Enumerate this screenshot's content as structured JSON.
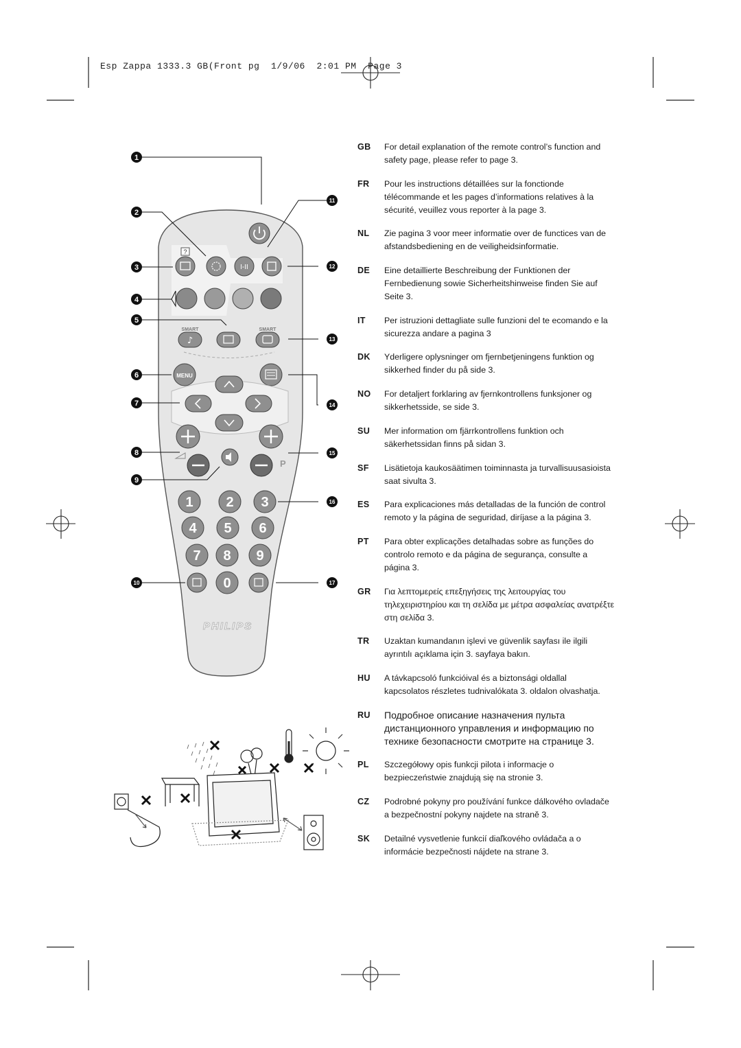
{
  "slug_line": "Esp Zappa 1333.3 GB(Front pg  1/9/06  2:01 PM  Page 3",
  "remote": {
    "brand": "PHILIPS",
    "smart_left": "SMART",
    "smart_right": "SMART",
    "menu_label": "MENU",
    "program_label": "P",
    "number_keys": [
      "1",
      "2",
      "3",
      "4",
      "5",
      "6",
      "7",
      "8",
      "9",
      "0"
    ],
    "callouts": [
      "1",
      "2",
      "3",
      "4",
      "5",
      "6",
      "7",
      "8",
      "9",
      "10",
      "11",
      "12",
      "13",
      "14",
      "15",
      "16",
      "17"
    ],
    "colors": {
      "body": "#e4e4e4",
      "button": "#8f8f8f",
      "button_dark": "#6a6a6a",
      "callout": "#111111"
    }
  },
  "languages": [
    {
      "code": "GB",
      "text": "For detail explanation of the remote control’s function and safety page,  please refer to page 3."
    },
    {
      "code": "FR",
      "text": "Pour les instructions détaillées sur la fonctionde télécommande et les pages d’informations relatives à la sécurité, veuillez vous reporter à la page 3."
    },
    {
      "code": "NL",
      "text": "Zie pagina 3 voor meer informatie over de functices van de afstandsbediening en de veiligheidsinformatie."
    },
    {
      "code": "DE",
      "text": "Eine detaillierte Beschreibung der Funktionen der Fernbedienung sowie Sicherheitshinweise finden Sie auf Seite 3."
    },
    {
      "code": "IT",
      "text": "Per istruzioni dettagliate sulle funzioni del te ecomando e la sicurezza andare a pagina 3"
    },
    {
      "code": "DK",
      "text": "Yderligere oplysninger om fjernbetjeningens funktion og sikkerhed finder du på side 3."
    },
    {
      "code": "NO",
      "text": "For detaljert forklaring av fjernkontrollens funksjoner og sikkerhetsside, se side 3."
    },
    {
      "code": "SU",
      "text": "Mer information om fjärrkontrollens funktion och säkerhetssidan finns på sidan 3."
    },
    {
      "code": "SF",
      "text": "Lisätietoja kaukosäätimen toiminnasta ja turvallisuusasioista saat sivulta 3."
    },
    {
      "code": "ES",
      "text": "Para explicaciones más detalladas de la función de control remoto y la página de seguridad, diríjase a la página 3."
    },
    {
      "code": "PT",
      "text": "Para obter explicações detalhadas sobre as funções do controlo remoto e da página de segurança, consulte a página 3."
    },
    {
      "code": "GR",
      "text": "Για λεπτομερείς επεξηγήσεις της λειτουργίας του τηλεχειριστηρίου και τη σελίδα με μέτρα ασφαλείας ανατρέξτε στη σελίδα 3."
    },
    {
      "code": "TR",
      "text": "Uzaktan kumandanın işlevi ve güvenlik sayfası ile ilgili ayrıntılı açıklama için 3. sayfaya bakın."
    },
    {
      "code": "HU",
      "text": "A távkapcsoló funkcióival és a biztonsági oldallal kapcsolatos részletes tudnivalókata 3. oldalon olvashatja."
    },
    {
      "code": "RU",
      "text": "Подробное описание назначения пульта дистанционного управления и информацию по технике безопасности смотрите на странице 3."
    },
    {
      "code": "PL",
      "text": "Szczegółowy opis funkcji pilota i informacje o bezpieczeństwie znajdują się na stronie 3."
    },
    {
      "code": "CZ",
      "text": "Podrobné pokyny pro používání funkce dálkového ovladače a bezpečnostní pokyny najdete na straně 3."
    },
    {
      "code": "SK",
      "text": "Detailné vysvetlenie funkcií diaľkového ovládača a o informácie bezpečnosti nájdete na strane 3."
    }
  ]
}
